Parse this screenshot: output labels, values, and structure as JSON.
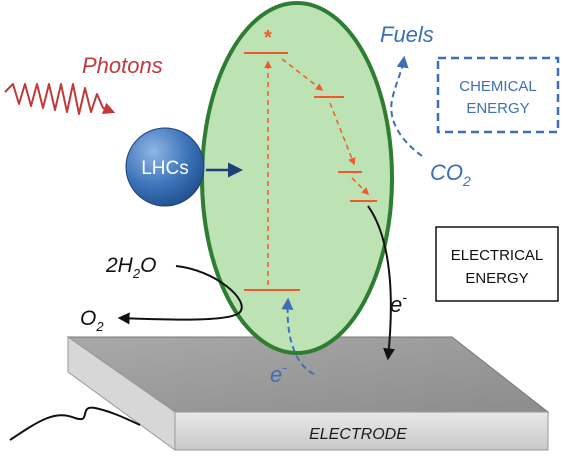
{
  "labels": {
    "photons": "Photons",
    "lhcs": "LHCs",
    "fuels": "Fuels",
    "co2_main": "CO",
    "co2_sub": "2",
    "chemical_line1": "CHEMICAL",
    "chemical_line2": "ENERGY",
    "electrical_line1": "ELECTRICAL",
    "electrical_line2": "ENERGY",
    "water_coef": "2H",
    "water_sub": "2",
    "water_o": "O",
    "oxygen_main": "O",
    "oxygen_sub": "2",
    "electron_out": "e",
    "electron_out_sup": "-",
    "electron_in": "e",
    "electron_in_sup": "-",
    "excited_marker": "*",
    "electrode": "ELECTRODE"
  },
  "colors": {
    "photon_red": "#c0393b",
    "fuel_blue": "#3d6fb5",
    "orange": "#f05a28",
    "leaf_green": "#bde3b5",
    "leaf_border": "#2e7d32",
    "lhc_blue": "#3b73b9"
  }
}
